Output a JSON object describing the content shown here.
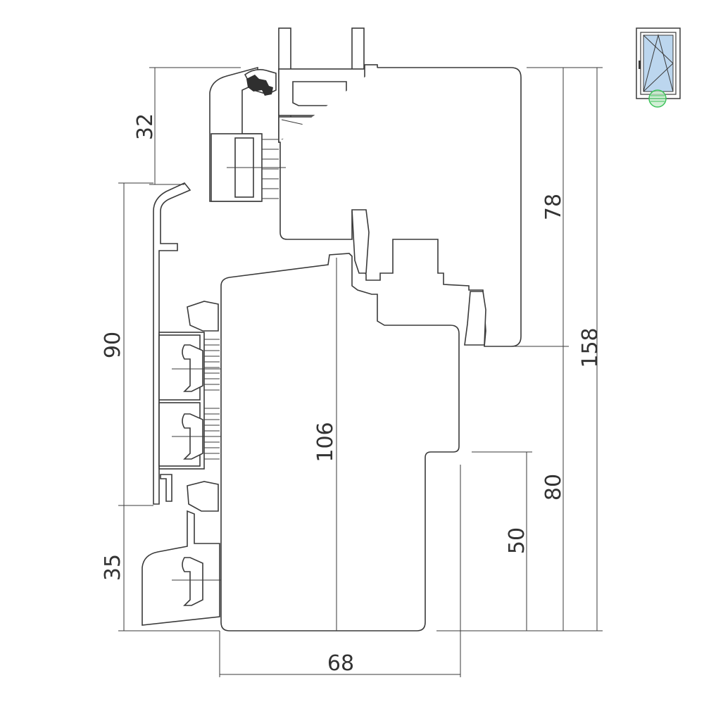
{
  "dimensions": {
    "d32": "32",
    "d90": "90",
    "d35": "35",
    "d106": "106",
    "d68": "68",
    "d78": "78",
    "d80": "80",
    "d50": "50",
    "d158": "158"
  },
  "colors": {
    "line": "#3a3a3a",
    "text": "#333333",
    "thumb_glass": "#bcd6ee",
    "thumb_marker": "#3cc35a"
  },
  "icons": {
    "window_thumbnail": "tilt-turn-window-icon"
  }
}
